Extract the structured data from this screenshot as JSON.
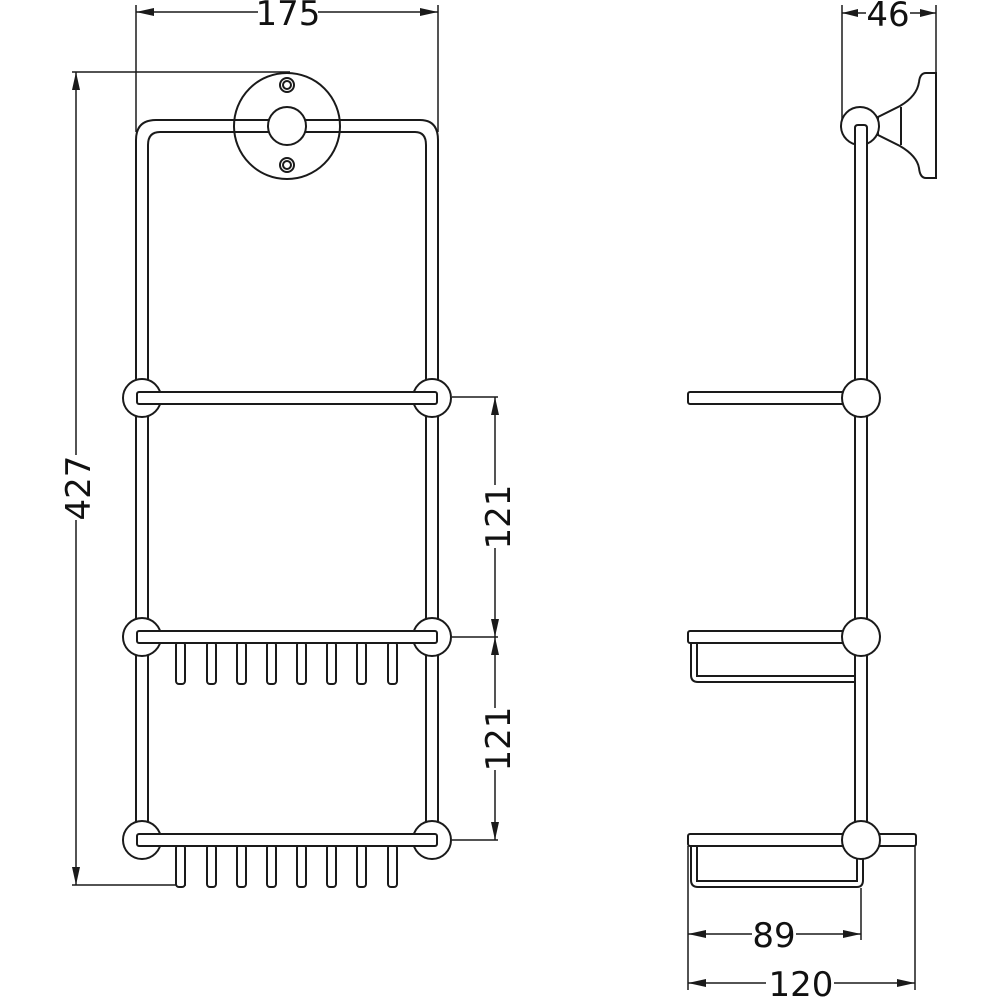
{
  "drawing": {
    "type": "technical-dimension-drawing",
    "subject": "three-tier wall-mounted shower basket",
    "views": [
      "front-view",
      "side-view"
    ],
    "line_color": "#1a1a1a",
    "background": "#ffffff"
  },
  "dimensions": {
    "overall_width": "175",
    "overall_height": "427",
    "shelf_spacing_upper": "121",
    "shelf_spacing_lower": "121",
    "wall_projection": "46",
    "basket_depth": "89",
    "overall_depth": "120"
  },
  "front_view": {
    "shelves": [
      "top-rail-shelf",
      "middle-basket-shelf",
      "bottom-basket-shelf"
    ],
    "basket_bars_per_shelf": 8
  },
  "side_view": {
    "shelves": [
      "top-rail-shelf",
      "middle-basket-shelf",
      "bottom-basket-shelf"
    ]
  }
}
